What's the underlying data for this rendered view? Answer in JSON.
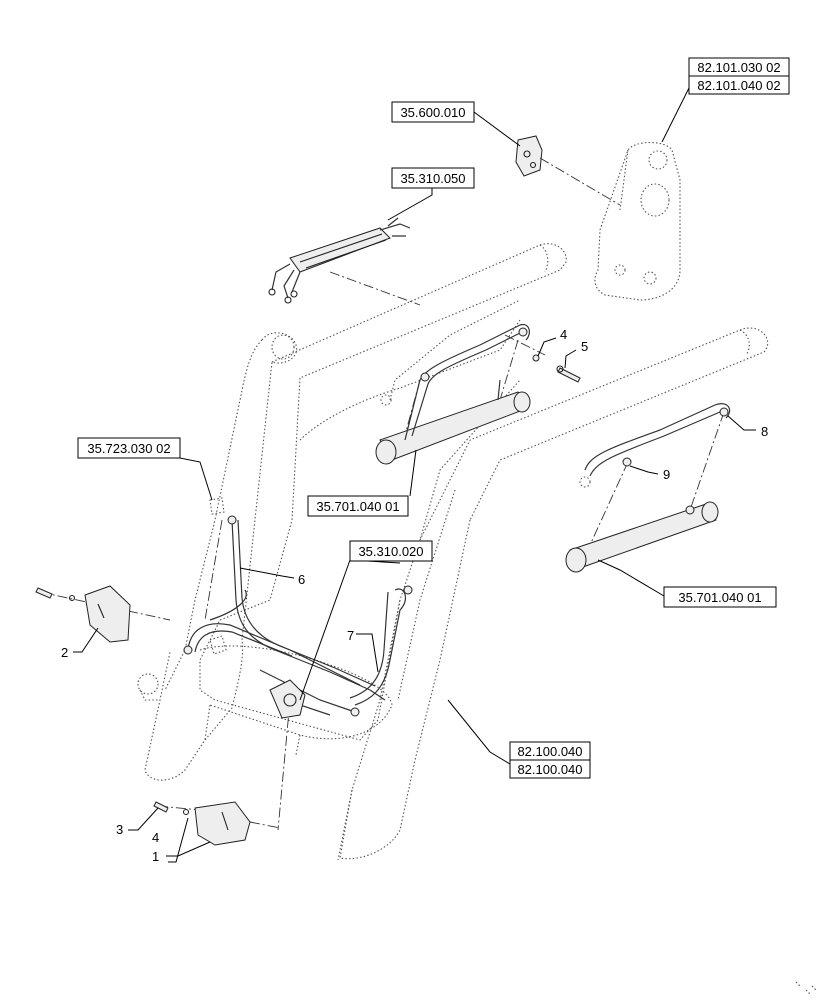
{
  "references": [
    {
      "id": "ref-82-101-030-02",
      "text": "82.101.030 02"
    },
    {
      "id": "ref-82-101-040-02",
      "text": "82.101.040 02"
    },
    {
      "id": "ref-35-600-010",
      "text": "35.600.010"
    },
    {
      "id": "ref-35-310-050",
      "text": "35.310.050"
    },
    {
      "id": "ref-35-723-030-02",
      "text": "35.723.030 02"
    },
    {
      "id": "ref-35-701-040-01-a",
      "text": "35.701.040 01"
    },
    {
      "id": "ref-35-310-020",
      "text": "35.310.020"
    },
    {
      "id": "ref-35-701-040-01-b",
      "text": "35.701.040 01"
    },
    {
      "id": "ref-82-100-040-a",
      "text": "82.100.040"
    },
    {
      "id": "ref-82-100-040-b",
      "text": "82.100.040"
    }
  ],
  "callouts": [
    {
      "id": "callout-4-top",
      "text": "4"
    },
    {
      "id": "callout-5",
      "text": "5"
    },
    {
      "id": "callout-8",
      "text": "8"
    },
    {
      "id": "callout-9",
      "text": "9"
    },
    {
      "id": "callout-6",
      "text": "6"
    },
    {
      "id": "callout-7",
      "text": "7"
    },
    {
      "id": "callout-2",
      "text": "2"
    },
    {
      "id": "callout-3",
      "text": "3"
    },
    {
      "id": "callout-4-bottom",
      "text": "4"
    },
    {
      "id": "callout-1",
      "text": "1"
    }
  ]
}
